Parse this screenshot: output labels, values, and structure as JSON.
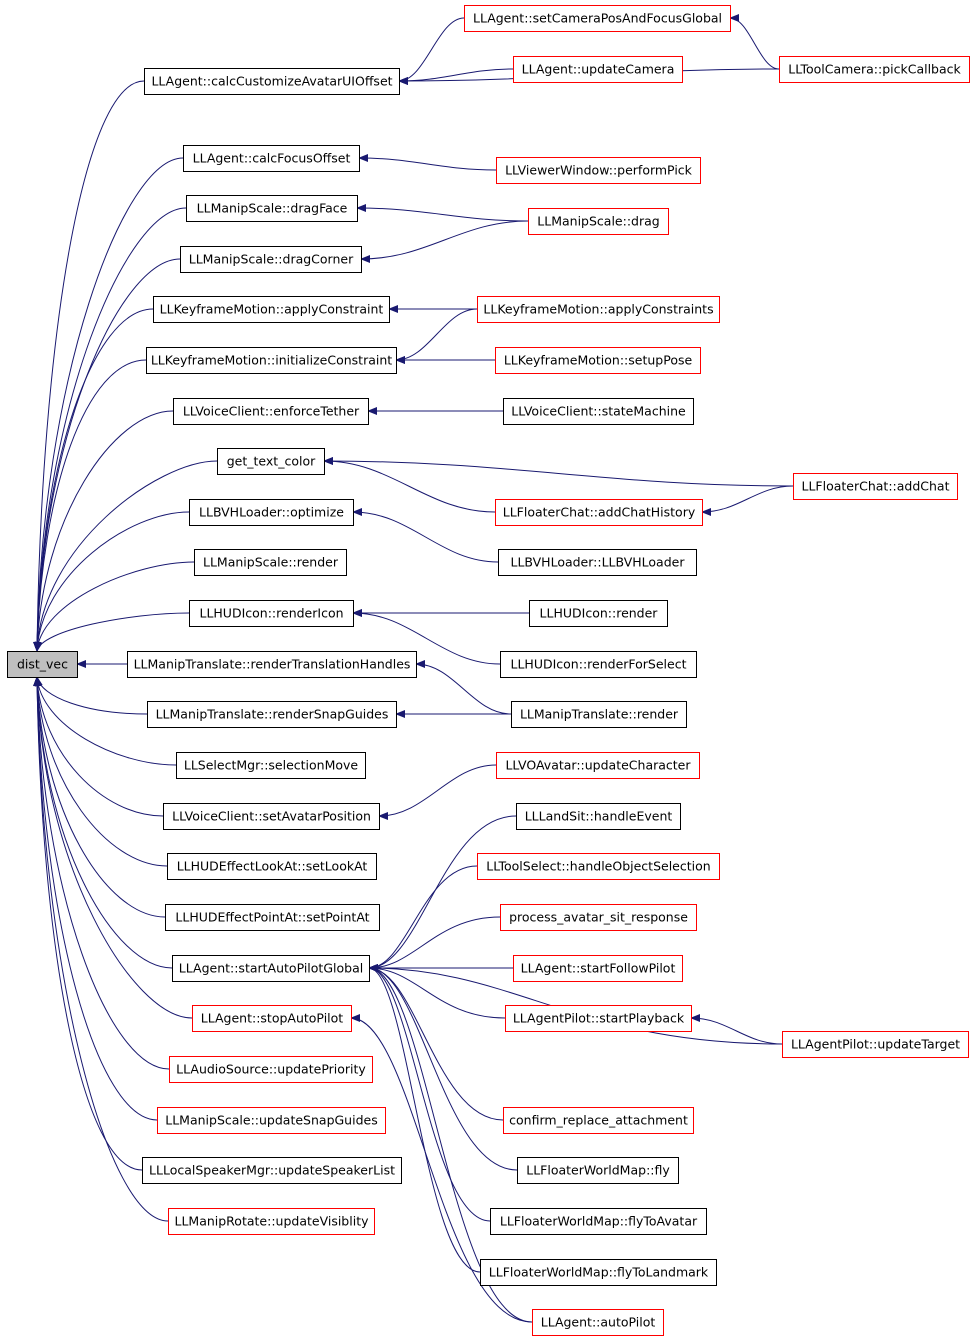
{
  "colors": {
    "edge": "#191970",
    "border_documented": "#000000",
    "border_undocumented": "#ff0000",
    "root_fill": "#bfbfbf",
    "node_fill": "#ffffff"
  },
  "nodes": [
    {
      "id": "dist_vec",
      "label": "dist_vec",
      "style": "root"
    },
    {
      "id": "calcCustomize",
      "label": "LLAgent::calcCustomizeAvatarUIOffset",
      "style": "black"
    },
    {
      "id": "setCameraPos",
      "label": "LLAgent::setCameraPosAndFocusGlobal",
      "style": "red"
    },
    {
      "id": "updateCamera",
      "label": "LLAgent::updateCamera",
      "style": "red"
    },
    {
      "id": "pickCallback",
      "label": "LLToolCamera::pickCallback",
      "style": "red"
    },
    {
      "id": "calcFocus",
      "label": "LLAgent::calcFocusOffset",
      "style": "black"
    },
    {
      "id": "performPick",
      "label": "LLViewerWindow::performPick",
      "style": "red"
    },
    {
      "id": "dragFace",
      "label": "LLManipScale::dragFace",
      "style": "black"
    },
    {
      "id": "drag",
      "label": "LLManipScale::drag",
      "style": "red"
    },
    {
      "id": "dragCorner",
      "label": "LLManipScale::dragCorner",
      "style": "black"
    },
    {
      "id": "applyConstraint",
      "label": "LLKeyframeMotion::applyConstraint",
      "style": "black"
    },
    {
      "id": "applyConstraints",
      "label": "LLKeyframeMotion::applyConstraints",
      "style": "red"
    },
    {
      "id": "initializeConstraint",
      "label": "LLKeyframeMotion::initializeConstraint",
      "style": "black"
    },
    {
      "id": "setupPose",
      "label": "LLKeyframeMotion::setupPose",
      "style": "red"
    },
    {
      "id": "enforceTether",
      "label": "LLVoiceClient::enforceTether",
      "style": "black"
    },
    {
      "id": "stateMachine",
      "label": "LLVoiceClient::stateMachine",
      "style": "black"
    },
    {
      "id": "getTextColor",
      "label": "get_text_color",
      "style": "black"
    },
    {
      "id": "addChat",
      "label": "LLFloaterChat::addChat",
      "style": "red"
    },
    {
      "id": "addChatHistory",
      "label": "LLFloaterChat::addChatHistory",
      "style": "red"
    },
    {
      "id": "optimize",
      "label": "LLBVHLoader::optimize",
      "style": "black"
    },
    {
      "id": "bvhLoader",
      "label": "LLBVHLoader::LLBVHLoader",
      "style": "black"
    },
    {
      "id": "manipScaleRender",
      "label": "LLManipScale::render",
      "style": "black"
    },
    {
      "id": "renderIcon",
      "label": "LLHUDIcon::renderIcon",
      "style": "black"
    },
    {
      "id": "hudIconRender",
      "label": "LLHUDIcon::render",
      "style": "black"
    },
    {
      "id": "renderForSelect",
      "label": "LLHUDIcon::renderForSelect",
      "style": "black"
    },
    {
      "id": "renderTranslationHandles",
      "label": "LLManipTranslate::renderTranslationHandles",
      "style": "black"
    },
    {
      "id": "renderSnapGuides",
      "label": "LLManipTranslate::renderSnapGuides",
      "style": "black"
    },
    {
      "id": "manipTranslateRender",
      "label": "LLManipTranslate::render",
      "style": "black"
    },
    {
      "id": "selectionMove",
      "label": "LLSelectMgr::selectionMove",
      "style": "black"
    },
    {
      "id": "setAvatarPosition",
      "label": "LLVoiceClient::setAvatarPosition",
      "style": "black"
    },
    {
      "id": "updateCharacter",
      "label": "LLVOAvatar::updateCharacter",
      "style": "red"
    },
    {
      "id": "setLookAt",
      "label": "LLHUDEffectLookAt::setLookAt",
      "style": "black"
    },
    {
      "id": "setPointAt",
      "label": "LLHUDEffectPointAt::setPointAt",
      "style": "black"
    },
    {
      "id": "startAutoPilotGlobal",
      "label": "LLAgent::startAutoPilotGlobal",
      "style": "black"
    },
    {
      "id": "landSitHandle",
      "label": "LLLandSit::handleEvent",
      "style": "black"
    },
    {
      "id": "handleObjectSelection",
      "label": "LLToolSelect::handleObjectSelection",
      "style": "red"
    },
    {
      "id": "processAvatarSit",
      "label": "process_avatar_sit_response",
      "style": "red"
    },
    {
      "id": "startFollowPilot",
      "label": "LLAgent::startFollowPilot",
      "style": "red"
    },
    {
      "id": "startPlayback",
      "label": "LLAgentPilot::startPlayback",
      "style": "red"
    },
    {
      "id": "stopAutoPilot",
      "label": "LLAgent::stopAutoPilot",
      "style": "red"
    },
    {
      "id": "updateTarget",
      "label": "LLAgentPilot::updateTarget",
      "style": "red"
    },
    {
      "id": "updatePriority",
      "label": "LLAudioSource::updatePriority",
      "style": "red"
    },
    {
      "id": "confirmReplace",
      "label": "confirm_replace_attachment",
      "style": "red"
    },
    {
      "id": "updateSnapGuides",
      "label": "LLManipScale::updateSnapGuides",
      "style": "red"
    },
    {
      "id": "worldMapFly",
      "label": "LLFloaterWorldMap::fly",
      "style": "black"
    },
    {
      "id": "updateSpeakerList",
      "label": "LLLocalSpeakerMgr::updateSpeakerList",
      "style": "black"
    },
    {
      "id": "flyToAvatar",
      "label": "LLFloaterWorldMap::flyToAvatar",
      "style": "black"
    },
    {
      "id": "updateVisiblity",
      "label": "LLManipRotate::updateVisiblity",
      "style": "red"
    },
    {
      "id": "flyToLandmark",
      "label": "LLFloaterWorldMap::flyToLandmark",
      "style": "black"
    },
    {
      "id": "autoPilot",
      "label": "LLAgent::autoPilot",
      "style": "red"
    }
  ],
  "edges": [
    [
      "calcCustomize",
      "dist_vec"
    ],
    [
      "calcFocus",
      "dist_vec"
    ],
    [
      "dragFace",
      "dist_vec"
    ],
    [
      "dragCorner",
      "dist_vec"
    ],
    [
      "applyConstraint",
      "dist_vec"
    ],
    [
      "initializeConstraint",
      "dist_vec"
    ],
    [
      "enforceTether",
      "dist_vec"
    ],
    [
      "getTextColor",
      "dist_vec"
    ],
    [
      "optimize",
      "dist_vec"
    ],
    [
      "manipScaleRender",
      "dist_vec"
    ],
    [
      "renderIcon",
      "dist_vec"
    ],
    [
      "renderTranslationHandles",
      "dist_vec"
    ],
    [
      "renderSnapGuides",
      "dist_vec"
    ],
    [
      "selectionMove",
      "dist_vec"
    ],
    [
      "setAvatarPosition",
      "dist_vec"
    ],
    [
      "setLookAt",
      "dist_vec"
    ],
    [
      "setPointAt",
      "dist_vec"
    ],
    [
      "startAutoPilotGlobal",
      "dist_vec"
    ],
    [
      "stopAutoPilot",
      "dist_vec"
    ],
    [
      "updatePriority",
      "dist_vec"
    ],
    [
      "updateSnapGuides",
      "dist_vec"
    ],
    [
      "updateSpeakerList",
      "dist_vec"
    ],
    [
      "updateVisiblity",
      "dist_vec"
    ],
    [
      "setCameraPos",
      "calcCustomize"
    ],
    [
      "updateCamera",
      "calcCustomize"
    ],
    [
      "pickCallback",
      "calcCustomize"
    ],
    [
      "pickCallback",
      "setCameraPos"
    ],
    [
      "performPick",
      "calcFocus"
    ],
    [
      "drag",
      "dragFace"
    ],
    [
      "drag",
      "dragCorner"
    ],
    [
      "applyConstraints",
      "applyConstraint"
    ],
    [
      "applyConstraints",
      "initializeConstraint"
    ],
    [
      "setupPose",
      "initializeConstraint"
    ],
    [
      "stateMachine",
      "enforceTether"
    ],
    [
      "addChat",
      "getTextColor"
    ],
    [
      "addChatHistory",
      "getTextColor"
    ],
    [
      "addChat",
      "addChatHistory"
    ],
    [
      "bvhLoader",
      "optimize"
    ],
    [
      "hudIconRender",
      "renderIcon"
    ],
    [
      "renderForSelect",
      "renderIcon"
    ],
    [
      "manipTranslateRender",
      "renderTranslationHandles"
    ],
    [
      "manipTranslateRender",
      "renderSnapGuides"
    ],
    [
      "updateCharacter",
      "setAvatarPosition"
    ],
    [
      "landSitHandle",
      "startAutoPilotGlobal"
    ],
    [
      "handleObjectSelection",
      "startAutoPilotGlobal"
    ],
    [
      "processAvatarSit",
      "startAutoPilotGlobal"
    ],
    [
      "startFollowPilot",
      "startAutoPilotGlobal"
    ],
    [
      "startPlayback",
      "startAutoPilotGlobal"
    ],
    [
      "updateTarget",
      "startAutoPilotGlobal"
    ],
    [
      "updateTarget",
      "startPlayback"
    ],
    [
      "confirmReplace",
      "startAutoPilotGlobal"
    ],
    [
      "worldMapFly",
      "startAutoPilotGlobal"
    ],
    [
      "flyToAvatar",
      "startAutoPilotGlobal"
    ],
    [
      "flyToLandmark",
      "startAutoPilotGlobal"
    ],
    [
      "autoPilot",
      "startAutoPilotGlobal"
    ],
    [
      "autoPilot",
      "stopAutoPilot"
    ]
  ]
}
